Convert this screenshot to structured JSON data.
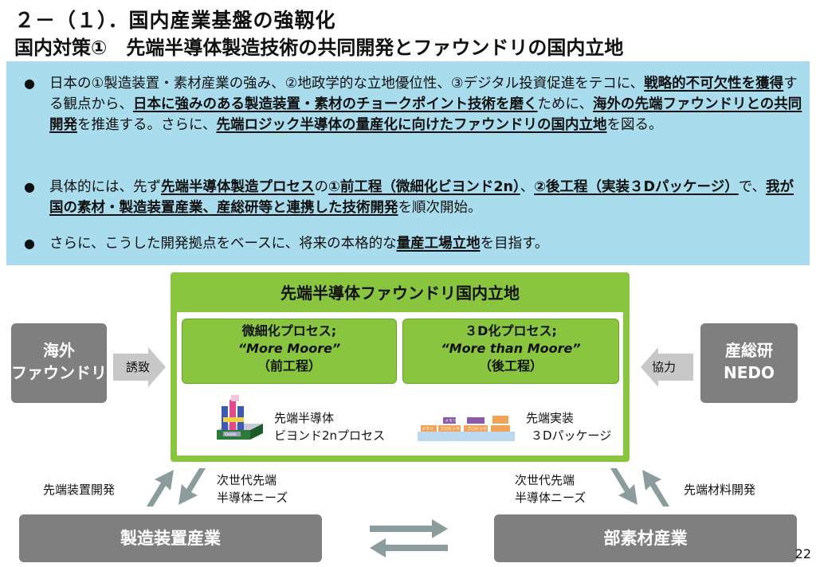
{
  "header": {
    "title_line1": "２－（１）．国内産業基盤の強靱化",
    "title_line2": "国内対策①　先端半導体製造技術の共同開発とファウンドリの国内立地"
  },
  "bullets": [
    {
      "p1": "日本の①製造装置・素材産業の強み、②地政学的な立地優位性、③デジタル投資促進をテコに、",
      "u1": "戦略的不可欠性を獲得",
      "p2": "する観点から、",
      "u2": "日本に強みのある製造装置・素材のチョークポイント技術を磨く",
      "p3": "ために、",
      "u3": "海外の先端ファウンドリとの共同開発",
      "p4": "を推進する。さらに、",
      "u4": "先端ロジック半導体の量産化に向けたファウンドリの国内立地",
      "p5": "を図る。"
    },
    {
      "p1": "具体的には、先ず",
      "u1": "先端半導体製造プロセス",
      "p2": "の",
      "u2": "①前工程（微細化ビヨンド2n）",
      "p3": "、",
      "u3": "②後工程（実装３Dパッケージ）",
      "p4": "で、",
      "u4": "我が国の素材・製造装置産業、産総研等と連携した技術開発",
      "p5": "を順次開始。"
    },
    {
      "p1": "さらに、こうした開発拠点をベースに、将来の本格的な",
      "u1": "量産工場立地",
      "p2": "を目指す。"
    }
  ],
  "diagram": {
    "foundry_title": "先端半導体ファウンドリ国内立地",
    "process_left": {
      "line1": "微細化プロセス;",
      "line2": "“More Moore”",
      "line3": "（前工程）"
    },
    "process_right": {
      "line1": "３D化プロセス;",
      "line2": "“More than Moore”",
      "line3": "（後工程）"
    },
    "caption_left": {
      "line1": "先端半導体",
      "line2": "ビヨンド2nプロセス"
    },
    "caption_right": {
      "line1": "先端実装",
      "line2": "３Dパッケージ"
    },
    "overseas": {
      "line1": "海外",
      "line2": "ファウンドリ"
    },
    "aist": {
      "line1": "産総研",
      "line2": "NEDO"
    },
    "invite_label": "誘致",
    "cooperate_label": "協力",
    "equipment_industry": "製造装置産業",
    "materials_industry": "部素材産業",
    "equip_dev_label": "先端装置開発",
    "material_dev_label": "先端材料開発",
    "needs_left": {
      "line1": "次世代先端",
      "line2": "半導体ニーズ"
    },
    "needs_right": {
      "line1": "次世代先端",
      "line2": "半導体ニーズ"
    },
    "chip_labels": {
      "memory": "メモリ",
      "processor": "プロセッサ",
      "oxide": "Oxide"
    }
  },
  "page_number": "22",
  "colors": {
    "blue_box": "#a9ddee",
    "green": "#8ac53f",
    "gray": "#7f7f7f",
    "arrow_gray": "#8c9c9c"
  }
}
